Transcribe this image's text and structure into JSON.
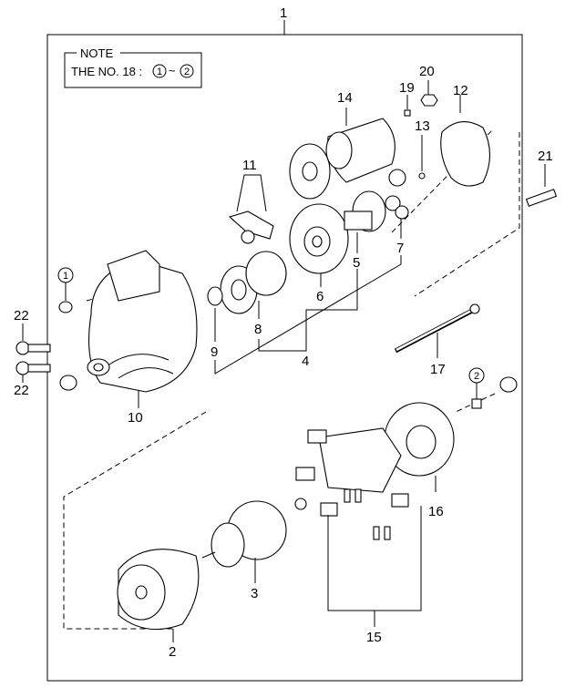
{
  "note": {
    "title": "NOTE",
    "text": "THE NO. 18 :",
    "range_start": "1",
    "range_sep": "~",
    "range_end": "2"
  },
  "labels": {
    "l1": "1",
    "l2": "2",
    "l3": "3",
    "l4": "4",
    "l5": "5",
    "l6": "6",
    "l7": "7",
    "l8": "8",
    "l9": "9",
    "l10": "10",
    "l11": "11",
    "l12": "12",
    "l13": "13",
    "l14": "14",
    "l15": "15",
    "l16": "16",
    "l17": "17",
    "l19": "19",
    "l20": "20",
    "l21": "21",
    "l22a": "22",
    "l22b": "22",
    "c1": "1",
    "c2": "2"
  },
  "colors": {
    "ink": "#000000",
    "paper": "#ffffff"
  }
}
